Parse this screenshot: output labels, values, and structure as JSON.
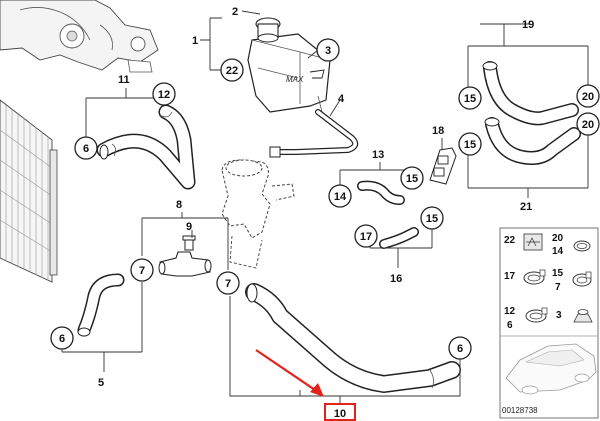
{
  "callouts": {
    "c1": "1",
    "c2": "2",
    "c3": "3",
    "c4": "4",
    "c5": "5",
    "c6a": "6",
    "c6b": "6",
    "c6c": "6",
    "c7a": "7",
    "c7b": "7",
    "c8": "8",
    "c9": "9",
    "c10": "10",
    "c11": "11",
    "c12": "12",
    "c13": "13",
    "c14": "14",
    "c15a": "15",
    "c15b": "15",
    "c15c": "15",
    "c15d": "15",
    "c16": "16",
    "c17": "17",
    "c18": "18",
    "c19": "19",
    "c20a": "20",
    "c20b": "20",
    "c21": "21",
    "c22": "22"
  },
  "legend": {
    "r1a": "22",
    "r1b": "20",
    "r1c": "14",
    "r2a": "17",
    "r2b": "15",
    "r2c": "7",
    "r3a": "12",
    "r3b": "6",
    "r3c": "3"
  },
  "highlight_color": "#e2231a",
  "reference_number": "00128738",
  "tank_label": "MAX"
}
